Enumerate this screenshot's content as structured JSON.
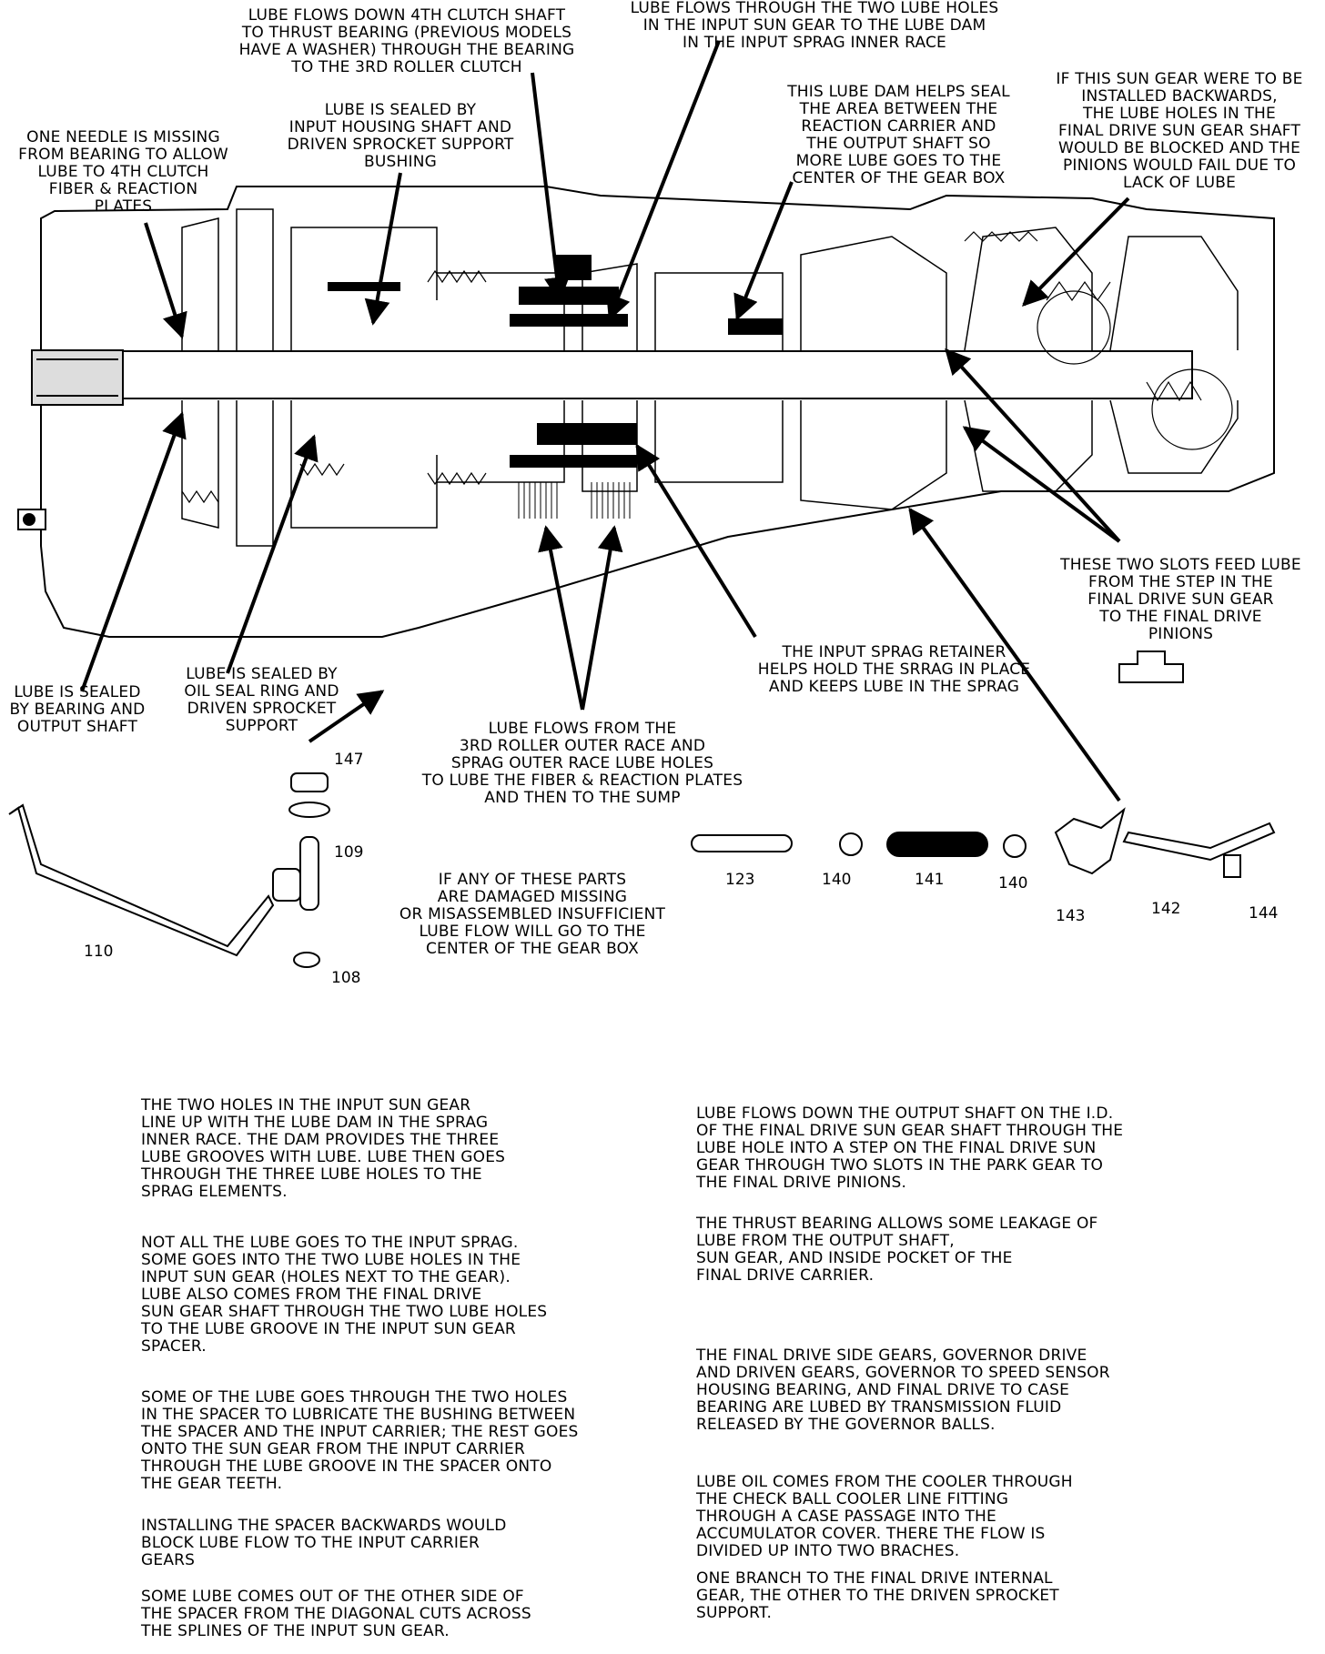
{
  "callouts": {
    "lube_4th_clutch_shaft": "LUBE FLOWS DOWN 4TH CLUTCH SHAFT\nTO THRUST BEARING (PREVIOUS MODELS\nHAVE A WASHER) THROUGH THE BEARING\nTO THE 3RD ROLLER CLUTCH",
    "lube_two_holes": "LUBE FLOWS THROUGH THE TWO LUBE HOLES\nIN THE INPUT SUN GEAR TO THE LUBE DAM\nIN THE INPUT SPRAG INNER RACE",
    "lube_dam_seal": "THIS LUBE DAM HELPS SEAL\nTHE AREA BETWEEN THE\nREACTION CARRIER AND\nTHE OUTPUT SHAFT SO\nMORE LUBE GOES TO THE\nCENTER OF THE GEAR BOX",
    "sun_gear_backwards": "IF THIS SUN GEAR WERE TO BE\nINSTALLED BACKWARDS,\nTHE LUBE HOLES IN THE\nFINAL DRIVE SUN GEAR SHAFT\nWOULD BE BLOCKED AND THE\nPINIONS WOULD FAIL DUE TO\nLACK OF LUBE",
    "sealed_input_housing": "LUBE IS SEALED BY\nINPUT HOUSING SHAFT AND\nDRIVEN SPROCKET SUPPORT\nBUSHING",
    "needle_missing": "ONE NEEDLE IS MISSING\nFROM BEARING TO ALLOW\nLUBE TO 4TH CLUTCH\nFIBER & REACTION\nPLATES",
    "sealed_bearing_output": "LUBE IS SEALED\nBY BEARING AND\nOUTPUT SHAFT",
    "sealed_oil_seal_ring": "LUBE IS SEALED BY\nOIL SEAL RING AND\nDRIVEN SPROCKET\nSUPPORT",
    "two_slots_feed": "THESE TWO SLOTS FEED LUBE\nFROM THE STEP IN THE\nFINAL DRIVE SUN GEAR\nTO THE FINAL DRIVE\nPINIONS",
    "sprag_retainer": "THE INPUT SPRAG RETAINER\nHELPS HOLD THE SRRAG IN PLACE\nAND KEEPS LUBE IN THE SPRAG",
    "lube_3rd_roller": "LUBE FLOWS FROM THE\n3RD ROLLER OUTER RACE AND\nSPRAG OUTER RACE LUBE HOLES\nTO LUBE THE FIBER & REACTION PLATES\nAND THEN TO THE SUMP",
    "parts_damaged": "IF ANY OF THESE PARTS\nARE DAMAGED MISSING\nOR MISASSEMBLED INSUFFICIENT\nLUBE FLOW WILL GO TO THE\nCENTER OF THE GEAR BOX"
  },
  "part_numbers": {
    "p147": "147",
    "p109": "109",
    "p110": "110",
    "p108": "108",
    "p123": "123",
    "p140a": "140",
    "p141": "141",
    "p140b": "140",
    "p143": "143",
    "p142": "142",
    "p144": "144"
  },
  "notes_left": [
    "THE TWO HOLES IN THE INPUT SUN GEAR\nLINE UP WITH THE LUBE DAM IN THE SPRAG\nINNER RACE. THE DAM PROVIDES THE THREE\nLUBE GROOVES WITH LUBE. LUBE THEN GOES\nTHROUGH THE THREE LUBE HOLES TO THE\nSPRAG ELEMENTS.",
    "NOT ALL THE LUBE GOES TO THE INPUT SPRAG.\nSOME GOES INTO THE TWO LUBE HOLES IN THE\nINPUT SUN GEAR (HOLES NEXT TO THE GEAR).\nLUBE ALSO COMES FROM THE FINAL DRIVE\nSUN GEAR SHAFT THROUGH THE TWO LUBE HOLES\nTO THE LUBE GROOVE IN THE INPUT SUN GEAR\nSPACER.",
    "SOME OF THE LUBE GOES THROUGH THE TWO HOLES\nIN THE SPACER TO LUBRICATE THE BUSHING BETWEEN\nTHE SPACER AND THE INPUT CARRIER; THE REST GOES\nONTO THE SUN GEAR FROM THE INPUT CARRIER\nTHROUGH THE LUBE GROOVE IN THE SPACER ONTO\nTHE GEAR TEETH.",
    "INSTALLING THE SPACER BACKWARDS WOULD\nBLOCK LUBE FLOW TO THE INPUT CARRIER\nGEARS",
    "SOME LUBE COMES OUT OF THE OTHER SIDE OF\nTHE SPACER FROM THE DIAGONAL CUTS ACROSS\nTHE SPLINES OF THE INPUT SUN GEAR."
  ],
  "notes_right": [
    "LUBE FLOWS DOWN THE OUTPUT SHAFT ON THE I.D.\nOF THE FINAL DRIVE SUN GEAR SHAFT THROUGH THE\nLUBE HOLE INTO A STEP ON THE FINAL DRIVE SUN\nGEAR THROUGH TWO SLOTS IN THE PARK GEAR TO\nTHE FINAL DRIVE PINIONS.",
    "THE THRUST BEARING ALLOWS SOME LEAKAGE OF\nLUBE FROM THE OUTPUT SHAFT,\nSUN GEAR, AND INSIDE POCKET OF THE\nFINAL DRIVE CARRIER.",
    "THE FINAL DRIVE SIDE GEARS, GOVERNOR DRIVE\nAND DRIVEN GEARS, GOVERNOR TO SPEED SENSOR\nHOUSING BEARING, AND FINAL DRIVE TO CASE\nBEARING ARE LUBED BY TRANSMISSION FLUID\nRELEASED BY THE GOVERNOR BALLS.",
    "LUBE OIL COMES FROM THE COOLER THROUGH\nTHE CHECK BALL COOLER LINE FITTING\nTHROUGH A CASE PASSAGE INTO THE\nACCUMULATOR COVER. THERE THE FLOW IS\nDIVIDED UP INTO TWO BRACHES.",
    "ONE BRANCH TO THE FINAL DRIVE INTERNAL\nGEAR, THE OTHER TO THE DRIVEN SPROCKET\nSUPPORT."
  ]
}
